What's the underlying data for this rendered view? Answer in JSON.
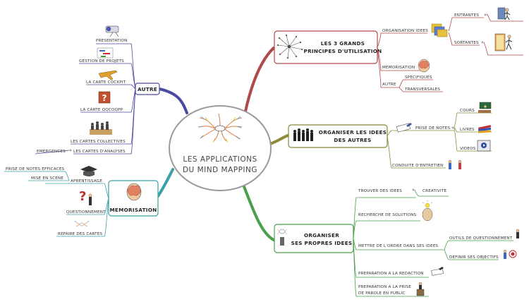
{
  "center": {
    "line1": "LES APPLICATIONS",
    "line2": "DU MIND MAPPING"
  },
  "colors": {
    "principes": "#b04a4a",
    "autres": "#8a8a3a",
    "propres": "#4aa04a",
    "memorisation": "#3aa0a8",
    "autre": "#4a4aa0"
  },
  "principes": {
    "line1": "LES 3 GRANDS",
    "line2": "PRINCIPES D'UTILISATION",
    "organisation": "ORGANISATION IDEES",
    "entrantes": "ENTRANTES",
    "sortantes": "SORTANTES",
    "memorisation": "MEMORISATION",
    "autre": "AUTRE",
    "specifiques": "SPECIFIQUES",
    "transversales": "TRANSVERSALES"
  },
  "autres": {
    "line1": "ORGANISER LES IDEES",
    "line2": "DES AUTRES",
    "prise": "PRISE DE NOTES",
    "cours": "COURS",
    "livres": "LIVRES",
    "videos": "VIDEOS",
    "entretien": "CONDUITE D'ENTRETIEN"
  },
  "propres": {
    "line1": "ORGANISER",
    "line2": "SES PROPRES IDEES",
    "trouver": "TROUVER DES IDEES",
    "creativite": "CREATIVITE",
    "solutions": "RECHERCHE DE SOLUTIONS",
    "ordre": "METTRE DE L'ORDRE DANS SES IDEES",
    "outils": "OUTILS DE QUESTIONNEMENT",
    "objectifs": "DEFINIR SES OBJECTIFS",
    "redaction": "PREPARATION A LA REDACTION",
    "parole1": "PREPARATION A LA PRISE",
    "parole2": "DE PAROLE EN PUBLIC"
  },
  "memorisation": {
    "title": "MEMORISATION",
    "apprentissage": "APRENTISSAGE",
    "prise_efficaces": "PRISE DE NOTES EFFICACES",
    "scene": "MISE EN SCENE",
    "questionnement": "QUESTIONNEMENT",
    "refaire": "REFAIRE DES CARTES"
  },
  "autre": {
    "title": "AUTRE",
    "presentation": "PRESENTATION",
    "gestion": "GESTION DE PROJETS",
    "cockpit": "LA CARTE COCKPIT",
    "qqcoqpp": "LA CARTE QQCOQPP",
    "collectives": "LES CARTES COLLECTIVES",
    "analyses": "LES CARTES D'ANALYSES",
    "emergences": "EMERGENCES"
  },
  "icons": [
    "projector-icon",
    "gantt-icon",
    "airplane-icon",
    "question-box-icon",
    "group-icon",
    "brain-icon",
    "graduation-cap-icon",
    "question-person-icon",
    "mini-map-icon",
    "network-icon",
    "folders-icon",
    "door-enter-icon",
    "door-exit-icon",
    "writing-hand-icon",
    "teacher-icon",
    "books-icon",
    "video-icon",
    "people-icon",
    "lightbulb-head-icon",
    "target-icon",
    "stop-person-icon",
    "podium-icon"
  ]
}
